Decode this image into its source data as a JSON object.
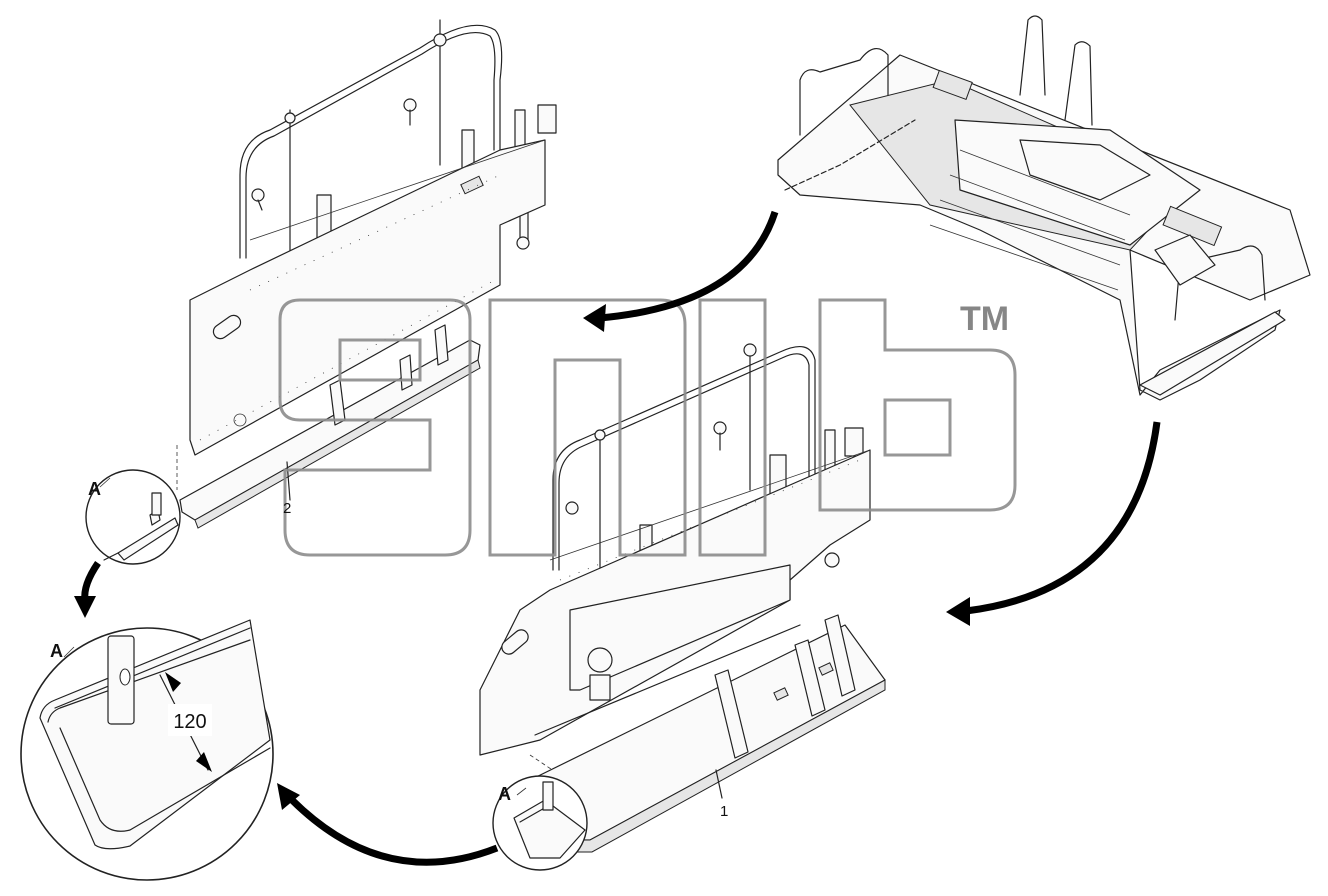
{
  "labels": {
    "detail_a_top": "A",
    "detail_a_large": "A",
    "detail_a_bottom": "A",
    "part_2": "2",
    "part_1": "1",
    "dimension_120": "120",
    "trademark": "TM"
  }
}
